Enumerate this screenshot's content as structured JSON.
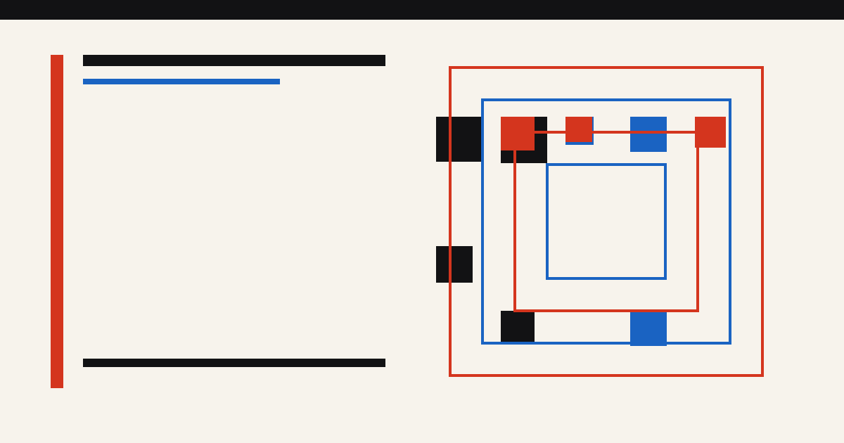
{
  "colors": {
    "background": "#f7f3ec",
    "black": "#121214",
    "red": "#d4351e",
    "blue": "#1a63c2"
  },
  "icons": {
    "accent_rule": "vertical-red-bar",
    "title_placeholder": "black-horizontal-bar",
    "subtitle_placeholder": "blue-horizontal-bar",
    "footer_placeholder": "black-horizontal-bar",
    "composition": "nested-squares-with-blocks"
  }
}
